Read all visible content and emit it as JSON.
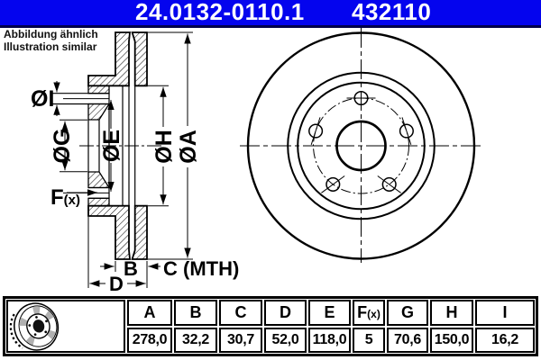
{
  "header": {
    "part_number": "24.0132-0110.1",
    "ref_number": "432110"
  },
  "note": {
    "line1": "Abbildung ähnlich",
    "line2": "Illustration similar"
  },
  "drawing": {
    "labels": {
      "dia_a": "ØA",
      "dia_h": "ØH",
      "dia_e": "ØE",
      "dia_g": "ØG",
      "dia_i": "ØI",
      "f": "F",
      "f_suffix": "(x)",
      "b": "B",
      "c": "C (MTH)",
      "d": "D"
    }
  },
  "table": {
    "columns": [
      {
        "label": "A",
        "value": "278,0"
      },
      {
        "label": "B",
        "value": "32,2"
      },
      {
        "label": "C",
        "value": "30,7"
      },
      {
        "label": "D",
        "value": "52,0"
      },
      {
        "label": "E",
        "value": "118,0"
      },
      {
        "label": "F",
        "label_suffix": "(x)",
        "value": "5"
      },
      {
        "label": "G",
        "value": "70,6"
      },
      {
        "label": "H",
        "value": "150,0"
      },
      {
        "label": "I",
        "value": "16,2"
      }
    ]
  },
  "icons": {
    "product_thumbnail": "brake-disc-icon"
  },
  "colors": {
    "header_bg": "#0404ee",
    "header_underline": "#00004a",
    "ink": "#000000",
    "paper": "#ffffff",
    "icon_gray": "#b0b0b0"
  }
}
